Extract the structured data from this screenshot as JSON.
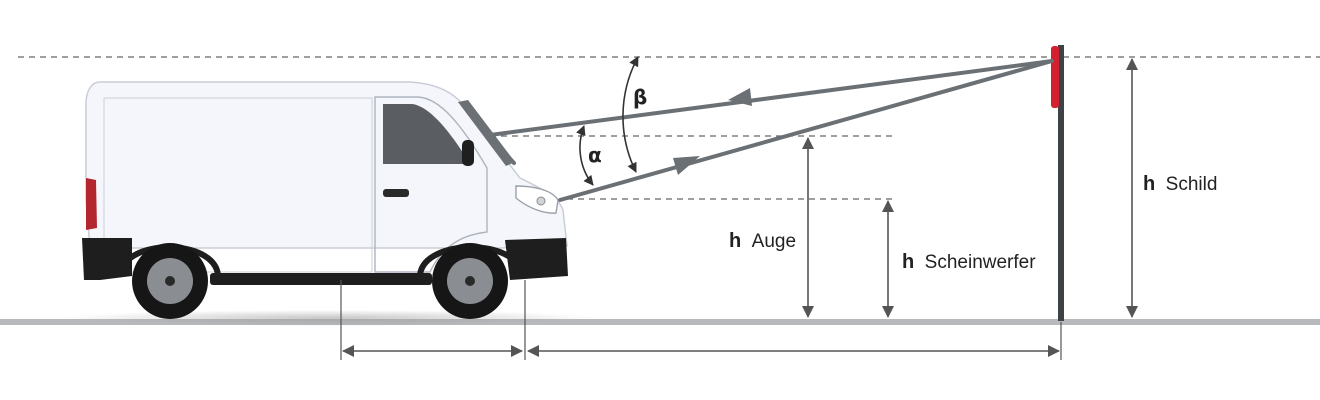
{
  "labels": {
    "beta": "β",
    "alpha": "α",
    "h_prefix": "h",
    "auge": "Auge",
    "scheinwerfer": "Scheinwerfer",
    "schild": "Schild"
  },
  "colors": {
    "van_body": "#f4f6fb",
    "van_outline": "#c9ced6",
    "bumper": "#1e1e1e",
    "tire": "#161616",
    "rim": "#8a8e93",
    "window": "#5a5e63",
    "ray": "#6b7075",
    "dimension": "#555555",
    "road": "#b7b9bc",
    "dashed": "#666666",
    "post": "#3d4247",
    "sign": "#d32030",
    "taillight": "#b3262e"
  }
}
